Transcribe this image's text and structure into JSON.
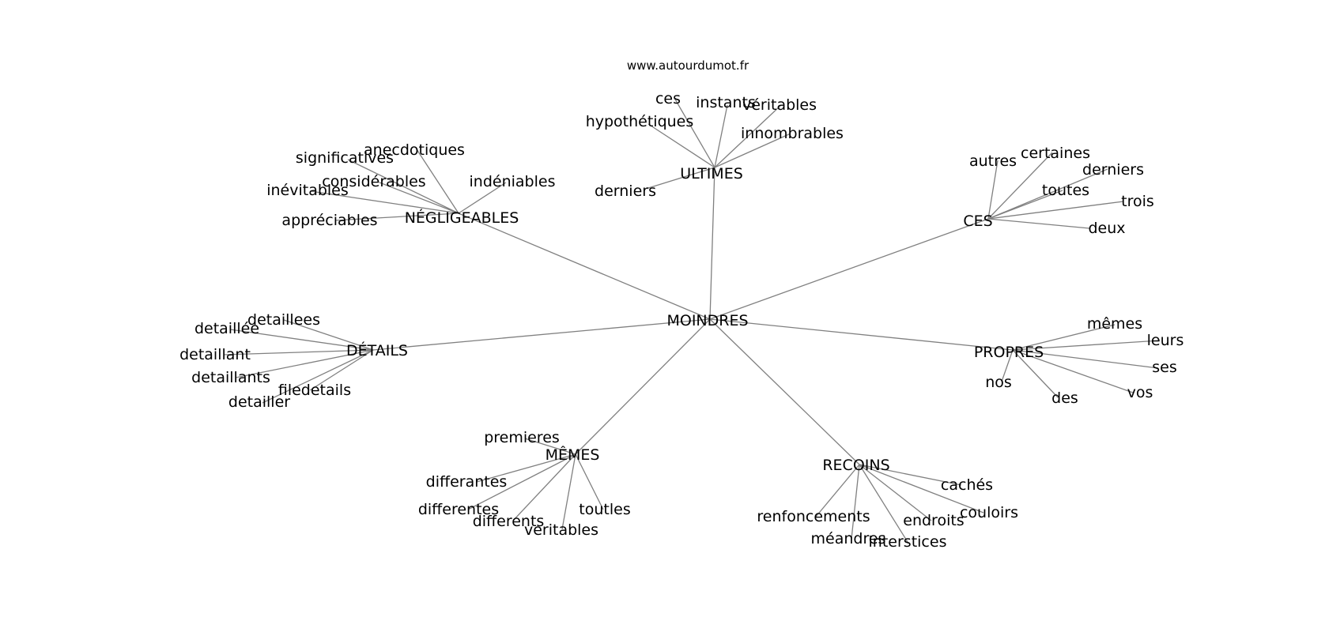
{
  "source_label": "www.autourdumot.fr",
  "center": "MOINDRES",
  "clusters": [
    {
      "label": "ULTIMES",
      "words": [
        "ces",
        "instants",
        "véritables",
        "hypothétiques",
        "innombrables",
        "derniers"
      ]
    },
    {
      "label": "NÉGLIGEABLES",
      "words": [
        "anecdotiques",
        "significatives",
        "considérables",
        "indéniables",
        "inévitables",
        "appréciables"
      ]
    },
    {
      "label": "CES",
      "words": [
        "autres",
        "certaines",
        "derniers",
        "toutes",
        "trois",
        "deux"
      ]
    },
    {
      "label": "DÉTAILS",
      "words": [
        "detaillees",
        "detaillée",
        "detaillant",
        "detaillants",
        "filedetails",
        "detailler"
      ]
    },
    {
      "label": "PROPRES",
      "words": [
        "mêmes",
        "leurs",
        "ses",
        "nos",
        "des",
        "vos"
      ]
    },
    {
      "label": "MÊMES",
      "words": [
        "premieres",
        "differantes",
        "differentes",
        "differents",
        "veritables",
        "toutles"
      ]
    },
    {
      "label": "RECOINS",
      "words": [
        "cachés",
        "couloirs",
        "endroits",
        "renfoncements",
        "méandres",
        "interstices"
      ]
    }
  ],
  "colors": {
    "edge": "#808080",
    "text": "#000000",
    "background": "#ffffff"
  }
}
